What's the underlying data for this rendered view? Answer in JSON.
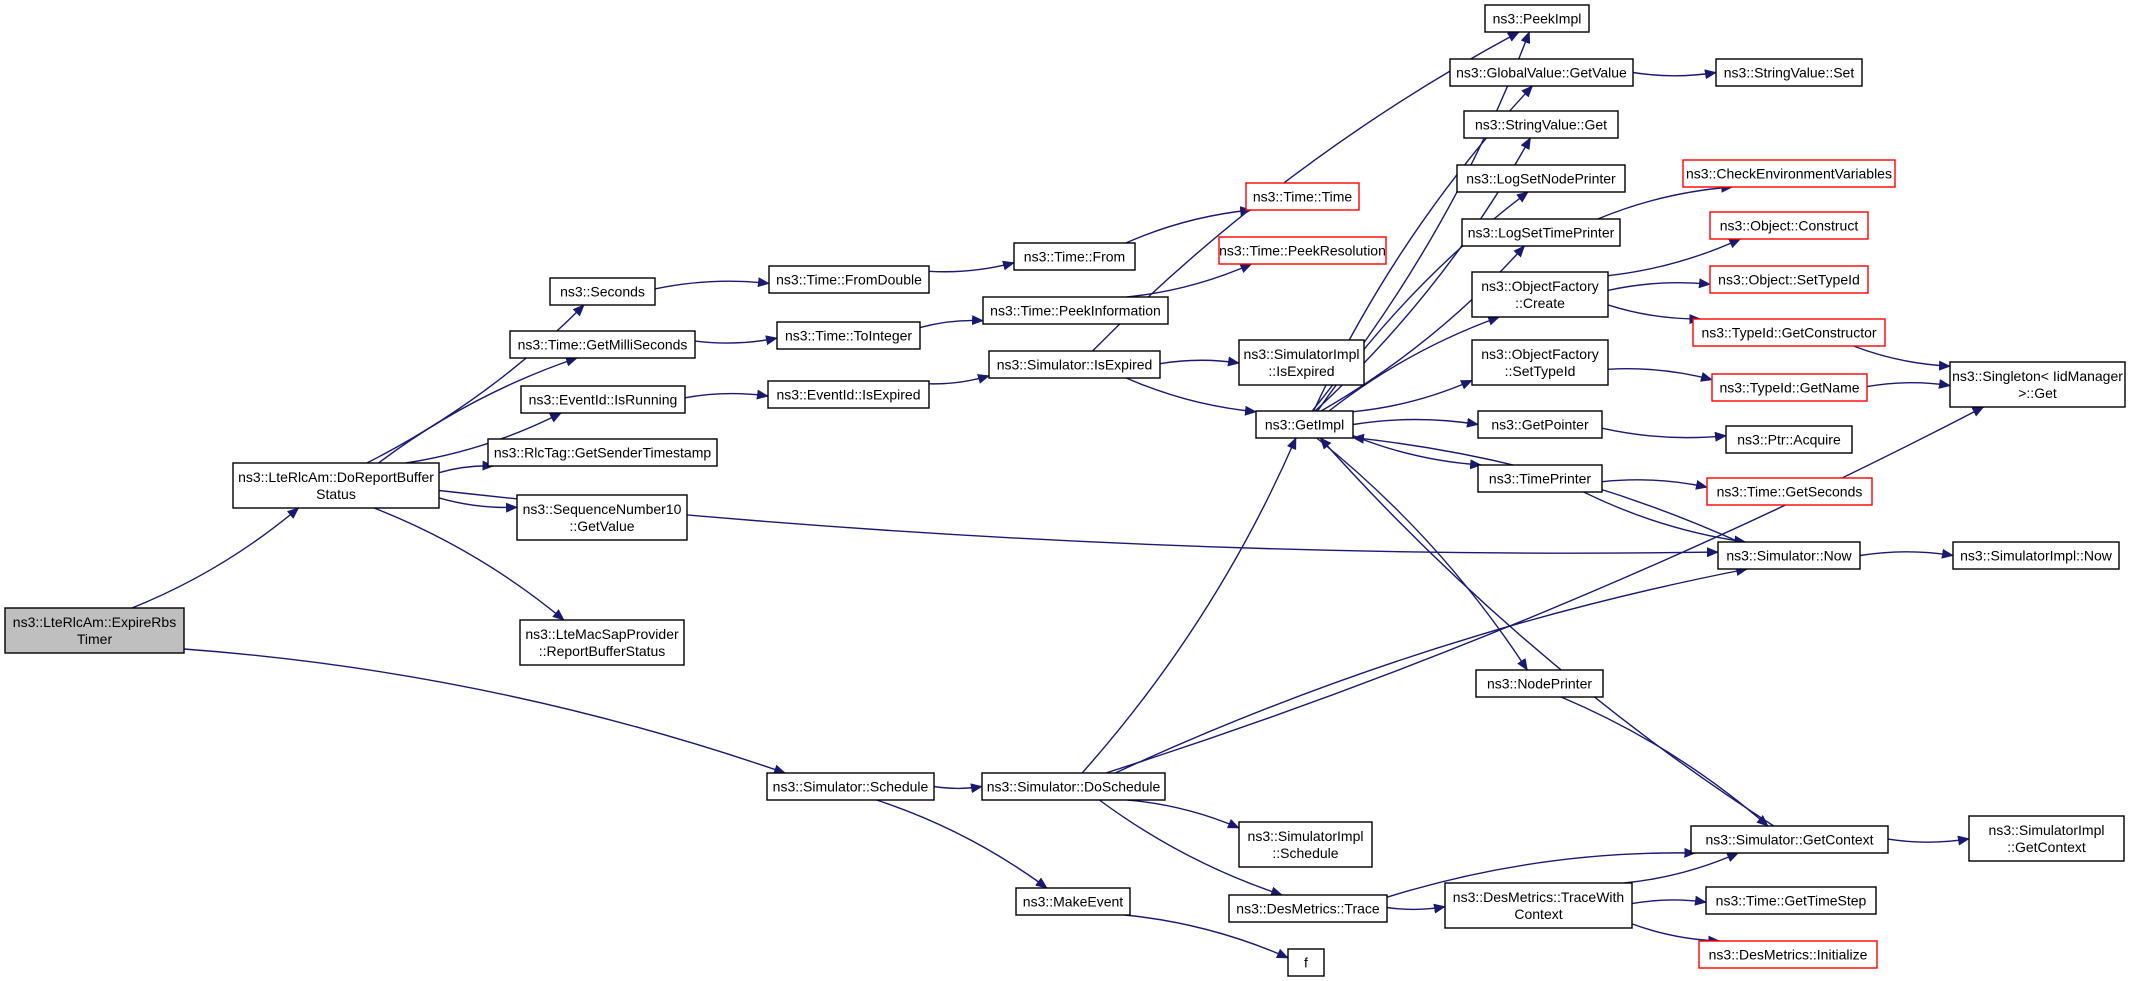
{
  "colors": {
    "edge": "#191970",
    "border_normal": "#000000",
    "border_truncated": "#ff0000",
    "root_fill": "#bfbfbf",
    "node_fill": "#ffffff"
  },
  "nodes": [
    {
      "id": "root",
      "lines": [
        "ns3::LteRlcAm::ExpireRbs",
        "Timer"
      ],
      "style": "root"
    },
    {
      "id": "doreport",
      "lines": [
        "ns3::LteRlcAm::DoReportBuffer",
        "Status"
      ],
      "style": "normal"
    },
    {
      "id": "seconds",
      "lines": [
        "ns3::Seconds"
      ],
      "style": "normal"
    },
    {
      "id": "getmilli",
      "lines": [
        "ns3::Time::GetMilliSeconds"
      ],
      "style": "normal"
    },
    {
      "id": "evrunning",
      "lines": [
        "ns3::EventId::IsRunning"
      ],
      "style": "normal"
    },
    {
      "id": "rlctag",
      "lines": [
        "ns3::RlcTag::GetSenderTimestamp"
      ],
      "style": "normal"
    },
    {
      "id": "seq10",
      "lines": [
        "ns3::SequenceNumber10",
        "::GetValue"
      ],
      "style": "normal"
    },
    {
      "id": "lmsap",
      "lines": [
        "ns3::LteMacSapProvider",
        "::ReportBufferStatus"
      ],
      "style": "normal"
    },
    {
      "id": "fromdouble",
      "lines": [
        "ns3::Time::FromDouble"
      ],
      "style": "normal"
    },
    {
      "id": "tointeger",
      "lines": [
        "ns3::Time::ToInteger"
      ],
      "style": "normal"
    },
    {
      "id": "evexpired",
      "lines": [
        "ns3::EventId::IsExpired"
      ],
      "style": "normal"
    },
    {
      "id": "timefrom",
      "lines": [
        "ns3::Time::From"
      ],
      "style": "normal"
    },
    {
      "id": "peekinfo",
      "lines": [
        "ns3::Time::PeekInformation"
      ],
      "style": "normal"
    },
    {
      "id": "simexpired",
      "lines": [
        "ns3::Simulator::IsExpired"
      ],
      "style": "normal"
    },
    {
      "id": "timetime",
      "lines": [
        "ns3::Time::Time"
      ],
      "style": "truncated"
    },
    {
      "id": "peekres",
      "lines": [
        "ns3::Time::PeekResolution"
      ],
      "style": "truncated"
    },
    {
      "id": "simimplexp",
      "lines": [
        "ns3::SimulatorImpl",
        "::IsExpired"
      ],
      "style": "normal"
    },
    {
      "id": "getimpl",
      "lines": [
        "ns3::GetImpl"
      ],
      "style": "normal"
    },
    {
      "id": "peekimpl",
      "lines": [
        "ns3::PeekImpl"
      ],
      "style": "normal"
    },
    {
      "id": "gvget",
      "lines": [
        "ns3::GlobalValue::GetValue"
      ],
      "style": "normal"
    },
    {
      "id": "svget",
      "lines": [
        "ns3::StringValue::Get"
      ],
      "style": "normal"
    },
    {
      "id": "lognode",
      "lines": [
        "ns3::LogSetNodePrinter"
      ],
      "style": "normal"
    },
    {
      "id": "logtime",
      "lines": [
        "ns3::LogSetTimePrinter"
      ],
      "style": "normal"
    },
    {
      "id": "ofcreate",
      "lines": [
        "ns3::ObjectFactory",
        "::Create"
      ],
      "style": "normal"
    },
    {
      "id": "ofsettype",
      "lines": [
        "ns3::ObjectFactory",
        "::SetTypeId"
      ],
      "style": "normal"
    },
    {
      "id": "getpointer",
      "lines": [
        "ns3::GetPointer"
      ],
      "style": "normal"
    },
    {
      "id": "timeprinter",
      "lines": [
        "ns3::TimePrinter"
      ],
      "style": "normal"
    },
    {
      "id": "nodeprinter",
      "lines": [
        "ns3::NodePrinter"
      ],
      "style": "normal"
    },
    {
      "id": "svset",
      "lines": [
        "ns3::StringValue::Set"
      ],
      "style": "normal"
    },
    {
      "id": "checkenv",
      "lines": [
        "ns3::CheckEnvironmentVariables"
      ],
      "style": "truncated"
    },
    {
      "id": "objconstruct",
      "lines": [
        "ns3::Object::Construct"
      ],
      "style": "truncated"
    },
    {
      "id": "objsettype",
      "lines": [
        "ns3::Object::SetTypeId"
      ],
      "style": "truncated"
    },
    {
      "id": "tidctor",
      "lines": [
        "ns3::TypeId::GetConstructor"
      ],
      "style": "truncated"
    },
    {
      "id": "tidname",
      "lines": [
        "ns3::TypeId::GetName"
      ],
      "style": "truncated"
    },
    {
      "id": "ptracquire",
      "lines": [
        "ns3::Ptr::Acquire"
      ],
      "style": "normal"
    },
    {
      "id": "gettimesec",
      "lines": [
        "ns3::Time::GetSeconds"
      ],
      "style": "truncated"
    },
    {
      "id": "simnow",
      "lines": [
        "ns3::Simulator::Now"
      ],
      "style": "normal"
    },
    {
      "id": "singleton",
      "lines": [
        "ns3::Singleton< IidManager",
        ">::Get"
      ],
      "style": "normal"
    },
    {
      "id": "implnow",
      "lines": [
        "ns3::SimulatorImpl::Now"
      ],
      "style": "normal"
    },
    {
      "id": "schedule",
      "lines": [
        "ns3::Simulator::Schedule"
      ],
      "style": "normal"
    },
    {
      "id": "doschedule",
      "lines": [
        "ns3::Simulator::DoSchedule"
      ],
      "style": "normal"
    },
    {
      "id": "makeevent",
      "lines": [
        "ns3::MakeEvent"
      ],
      "style": "normal"
    },
    {
      "id": "implschedule",
      "lines": [
        "ns3::SimulatorImpl",
        "::Schedule"
      ],
      "style": "normal"
    },
    {
      "id": "destrace",
      "lines": [
        "ns3::DesMetrics::Trace"
      ],
      "style": "normal"
    },
    {
      "id": "f",
      "lines": [
        "f"
      ],
      "style": "normal"
    },
    {
      "id": "desctx",
      "lines": [
        "ns3::DesMetrics::TraceWith",
        "Context"
      ],
      "style": "normal"
    },
    {
      "id": "getcontext",
      "lines": [
        "ns3::Simulator::GetContext"
      ],
      "style": "normal"
    },
    {
      "id": "implctx",
      "lines": [
        "ns3::SimulatorImpl",
        "::GetContext"
      ],
      "style": "normal"
    },
    {
      "id": "timestep",
      "lines": [
        "ns3::Time::GetTimeStep"
      ],
      "style": "normal"
    },
    {
      "id": "desinit",
      "lines": [
        "ns3::DesMetrics::Initialize"
      ],
      "style": "truncated"
    }
  ],
  "edges": [
    [
      "root",
      "doreport"
    ],
    [
      "root",
      "schedule"
    ],
    [
      "doreport",
      "seconds"
    ],
    [
      "doreport",
      "getmilli"
    ],
    [
      "doreport",
      "evrunning"
    ],
    [
      "doreport",
      "rlctag"
    ],
    [
      "doreport",
      "seq10"
    ],
    [
      "doreport",
      "lmsap"
    ],
    [
      "doreport",
      "simnow"
    ],
    [
      "seconds",
      "fromdouble"
    ],
    [
      "getmilli",
      "tointeger"
    ],
    [
      "evrunning",
      "evexpired"
    ],
    [
      "fromdouble",
      "timefrom"
    ],
    [
      "tointeger",
      "peekinfo"
    ],
    [
      "evexpired",
      "simexpired"
    ],
    [
      "timefrom",
      "timetime"
    ],
    [
      "peekinfo",
      "peekres"
    ],
    [
      "simexpired",
      "simimplexp"
    ],
    [
      "simexpired",
      "getimpl"
    ],
    [
      "simexpired",
      "peekimpl"
    ],
    [
      "getimpl",
      "peekimpl"
    ],
    [
      "getimpl",
      "gvget"
    ],
    [
      "getimpl",
      "svget"
    ],
    [
      "getimpl",
      "lognode"
    ],
    [
      "getimpl",
      "logtime"
    ],
    [
      "getimpl",
      "ofcreate"
    ],
    [
      "getimpl",
      "ofsettype"
    ],
    [
      "getimpl",
      "getpointer"
    ],
    [
      "getimpl",
      "timeprinter"
    ],
    [
      "getimpl",
      "nodeprinter"
    ],
    [
      "gvget",
      "svset"
    ],
    [
      "logtime",
      "checkenv"
    ],
    [
      "ofcreate",
      "objconstruct"
    ],
    [
      "ofcreate",
      "objsettype"
    ],
    [
      "ofcreate",
      "tidctor"
    ],
    [
      "ofsettype",
      "tidname"
    ],
    [
      "getpointer",
      "ptracquire"
    ],
    [
      "timeprinter",
      "gettimesec"
    ],
    [
      "timeprinter",
      "simnow"
    ],
    [
      "nodeprinter",
      "getcontext"
    ],
    [
      "simnow",
      "getimpl"
    ],
    [
      "simnow",
      "implnow"
    ],
    [
      "tidctor",
      "singleton"
    ],
    [
      "tidname",
      "singleton"
    ],
    [
      "schedule",
      "doschedule"
    ],
    [
      "schedule",
      "makeevent"
    ],
    [
      "doschedule",
      "getimpl"
    ],
    [
      "doschedule",
      "simnow"
    ],
    [
      "doschedule",
      "singleton"
    ],
    [
      "doschedule",
      "implschedule"
    ],
    [
      "doschedule",
      "destrace"
    ],
    [
      "makeevent",
      "f"
    ],
    [
      "destrace",
      "desctx"
    ],
    [
      "destrace",
      "getcontext"
    ],
    [
      "desctx",
      "getcontext"
    ],
    [
      "desctx",
      "timestep"
    ],
    [
      "desctx",
      "desinit"
    ],
    [
      "getcontext",
      "getimpl"
    ],
    [
      "getcontext",
      "implctx"
    ]
  ]
}
